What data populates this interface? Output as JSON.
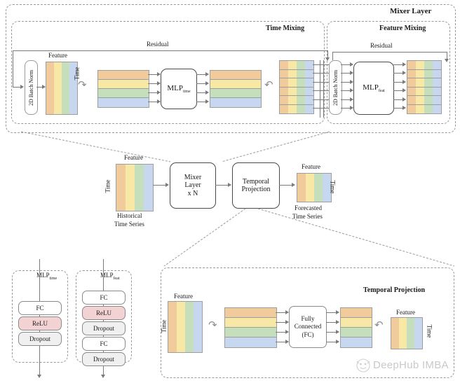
{
  "figure": {
    "title_top": "Mixer Layer",
    "section_time_mixing": "Time Mixing",
    "section_feature_mixing": "Feature Mixing",
    "section_temporal_projection": "Temporal Projection",
    "residual_left": "Residual",
    "residual_right": "Residual",
    "batchnorm_left": "2D Batch Norm",
    "batchnorm_right": "2D Batch Norm",
    "mlp_time": "MLP",
    "mlp_time_sub": "time",
    "mlp_feat": "MLP",
    "mlp_feat_sub": "feat",
    "feature_label": "Feature",
    "time_label": "Time"
  },
  "middle": {
    "feature_label_in": "Feature",
    "time_label_in": "Time",
    "input_caption_l1": "Historical",
    "input_caption_l2": "Time Series",
    "mixer_box_l1": "Mixer",
    "mixer_box_l2": "Layer",
    "mixer_box_l3": "x N",
    "projection_box_l1": "Temporal",
    "projection_box_l2": "Projection",
    "feature_label_out": "Feature",
    "time_label_out": "Time",
    "output_caption_l1": "Forecasted",
    "output_caption_l2": "Time Series"
  },
  "mlp_time_detail": {
    "title": "MLP",
    "title_sub": "time",
    "layers": [
      {
        "label": "FC",
        "fill": "#ffffff"
      },
      {
        "label": "ReLU",
        "fill": "#f2d2d2"
      },
      {
        "label": "Dropout",
        "fill": "#f0f0f0"
      }
    ]
  },
  "mlp_feat_detail": {
    "title": "MLP",
    "title_sub": "feat",
    "layers": [
      {
        "label": "FC",
        "fill": "#ffffff"
      },
      {
        "label": "ReLU",
        "fill": "#f2d2d2"
      },
      {
        "label": "Dropout",
        "fill": "#f0f0f0"
      },
      {
        "label": "FC",
        "fill": "#ffffff"
      },
      {
        "label": "Dropout",
        "fill": "#f0f0f0"
      }
    ]
  },
  "temporal_projection": {
    "title": "Temporal Projection",
    "feature_label_in": "Feature",
    "time_label_in": "Time",
    "fc_box_l1": "Fully",
    "fc_box_l2": "Connected",
    "fc_box_l3": "(FC)",
    "feature_label_out": "Feature",
    "time_label_out": "Time"
  },
  "watermark": {
    "text": "DeepHub IMBA"
  },
  "palette": {
    "orange": "#f2cb9c",
    "yellow": "#f8e8a6",
    "green": "#c5debb",
    "blue": "#c6d7ef",
    "pink": "#f2d2d2",
    "gray_fill": "#f0f0f0",
    "stroke": "#9e9e9e",
    "line": "#7b7b7b",
    "dashed": "#9a9a9a",
    "box_stroke": "#4a4a4a"
  },
  "chart_data": {
    "type": "diagram",
    "title": "TSMixer architecture",
    "stripes": [
      "orange",
      "yellow",
      "green",
      "blue"
    ],
    "time_mixing_rows": 4,
    "feature_mixing_rows": 6,
    "temporal_projection_rows_in": 4,
    "temporal_projection_rows_out": 4
  }
}
